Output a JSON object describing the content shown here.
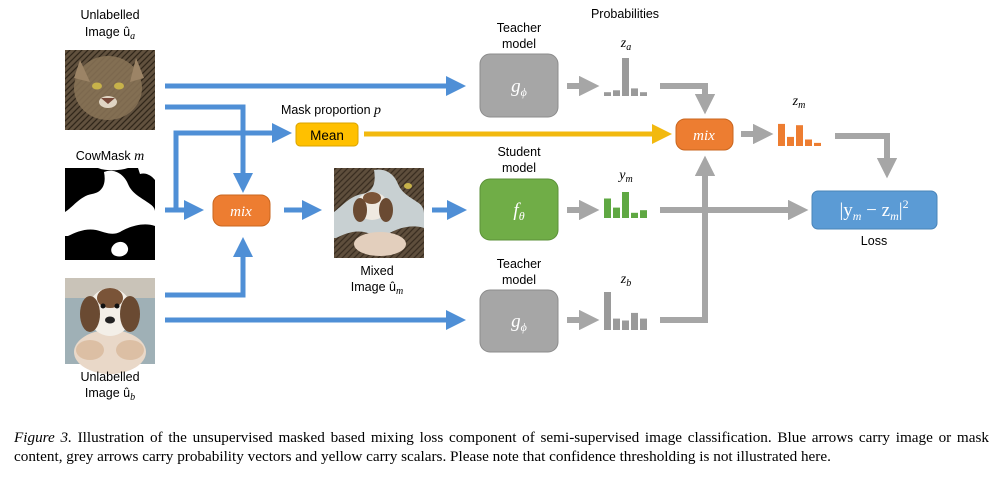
{
  "labels": {
    "unlabelled_a_line1": "Unlabelled",
    "unlabelled_a_line2": "Image û",
    "unlabelled_a_sub": "a",
    "cowmask_text": "CowMask ",
    "cowmask_var": "m",
    "unlabelled_b_line1": "Unlabelled",
    "unlabelled_b_line2": "Image û",
    "unlabelled_b_sub": "b",
    "teacher_top_line1": "Teacher",
    "teacher_top_line2": "model",
    "student_line1": "Student",
    "student_line2": "model",
    "teacher_bottom_line1": "Teacher",
    "teacher_bottom_line2": "model",
    "probabilities": "Probabilities",
    "mask_proportion_text": "Mask proportion ",
    "mask_proportion_var": "p",
    "mixed_line1": "Mixed",
    "mixed_line2": "Image û",
    "mixed_sub": "m",
    "loss": "Loss"
  },
  "nodes": {
    "mean": "Mean",
    "mix_left": "mix",
    "mix_right": "mix",
    "g_phi_top_base": "g",
    "g_phi_top_sub": "ϕ",
    "f_theta_base": "f",
    "f_theta_sub": "θ",
    "g_phi_bottom_base": "g",
    "g_phi_bottom_sub": "ϕ",
    "loss_formula_prefix": "|y",
    "loss_formula_sub1": "m",
    "loss_formula_minus": " − z",
    "loss_formula_sub2": "m",
    "loss_formula_suffix": "|",
    "loss_formula_sup": "2"
  },
  "prob_labels": {
    "za_base": "z",
    "za_sub": "a",
    "zm_base": "z",
    "zm_sub": "m",
    "ym_base": "y",
    "ym_sub": "m",
    "zb_base": "z",
    "zb_sub": "b"
  },
  "histograms": {
    "z_a": [
      0.1,
      0.15,
      1.0,
      0.2,
      0.1
    ],
    "z_m": [
      0.85,
      0.35,
      0.8,
      0.25,
      0.12
    ],
    "y_m": [
      0.75,
      0.4,
      1.0,
      0.2,
      0.3
    ],
    "z_b": [
      1.0,
      0.3,
      0.25,
      0.45,
      0.3
    ]
  },
  "caption": {
    "figure_label": "Figure 3.",
    "text": " Illustration of the unsupervised masked based mixing loss component of semi-supervised image classification. Blue arrows carry image or mask content, grey arrows carry probability vectors and yellow carry scalars. Please note that confidence thresholding is not illustrated here."
  },
  "colors": {
    "blue_arrow": "#4f8fd6",
    "grey_arrow": "#a6a6a6",
    "yellow_arrow": "#f2b90f",
    "mix_orange": "#ed7d31",
    "teacher_grey": "#a6a6a6",
    "student_green": "#70ad47",
    "loss_blue": "#5b9bd5",
    "hist_grey": "#9a9a9a",
    "hist_orange": "#ed7d31",
    "hist_green": "#5fa843"
  }
}
